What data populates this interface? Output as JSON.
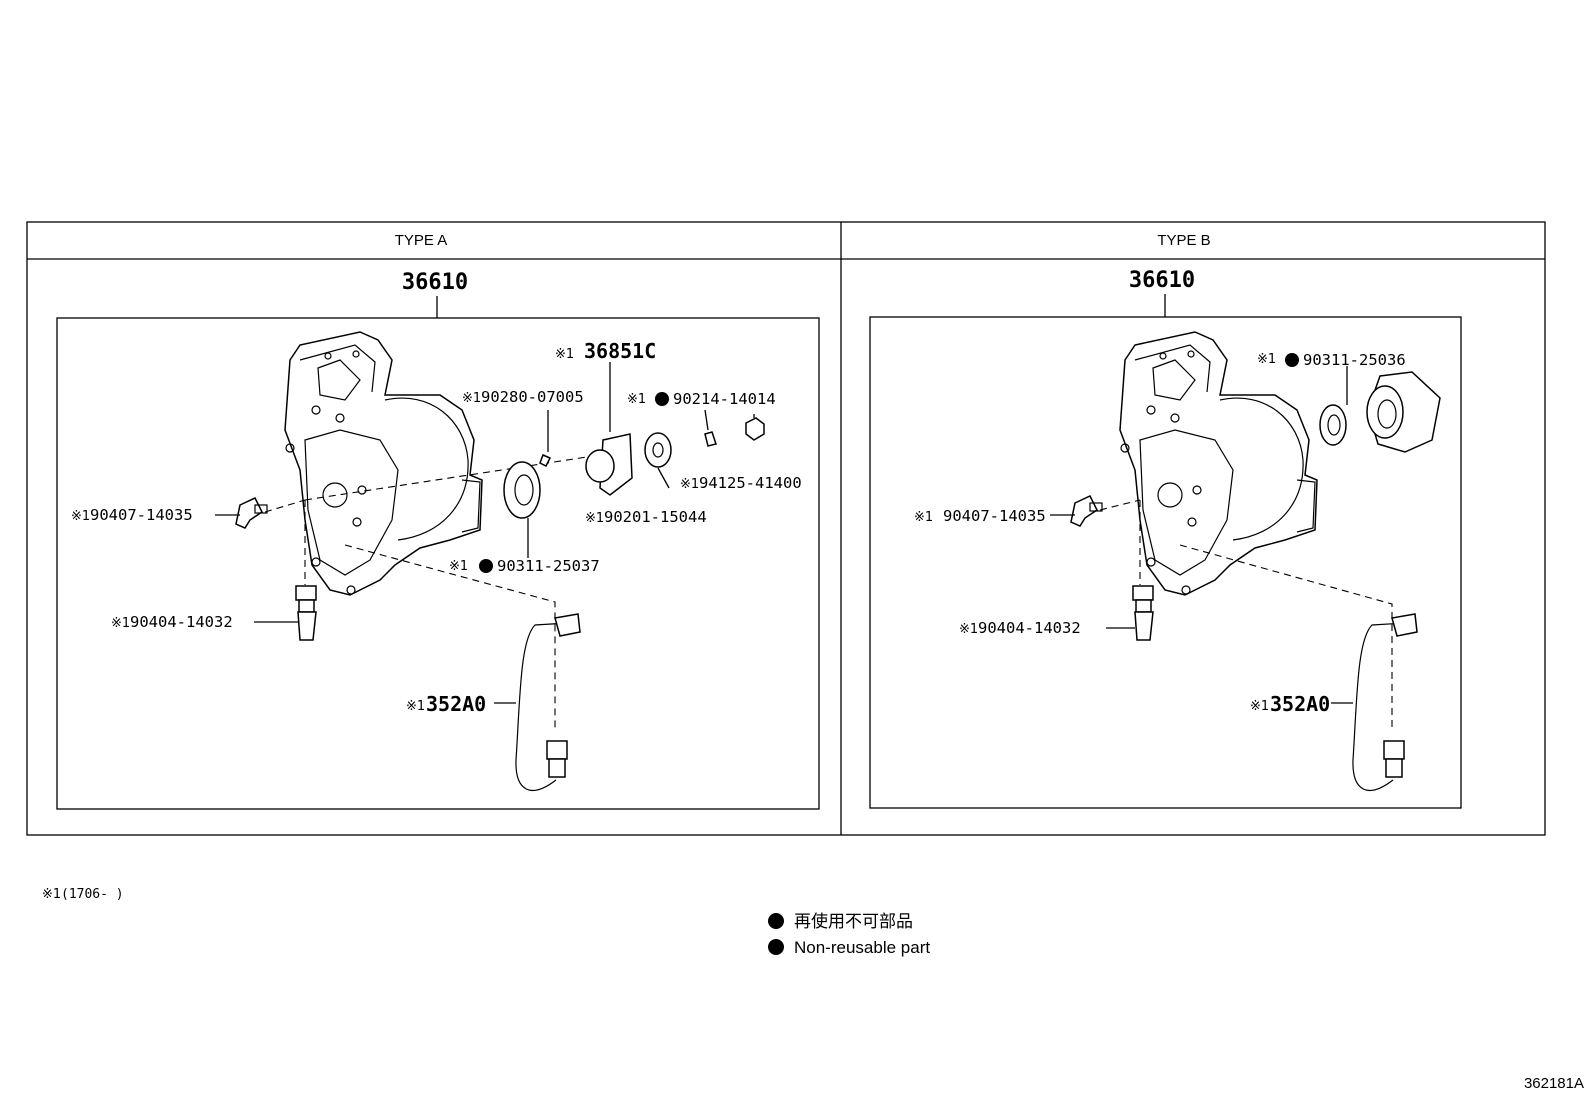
{
  "panels": [
    {
      "header": "TYPE A",
      "assembly": "36610",
      "callouts": [
        {
          "mark": "※1",
          "part": "36851C",
          "bullet": false
        },
        {
          "mark": "※1",
          "part": "90280-07005",
          "bullet": false
        },
        {
          "mark": "※1",
          "part": "90214-14014",
          "bullet": true
        },
        {
          "mark": "※1",
          "part": "94125-41400",
          "bullet": false
        },
        {
          "mark": "※1",
          "part": "90201-15044",
          "bullet": false
        },
        {
          "mark": "※1",
          "part": "90311-25037",
          "bullet": true
        },
        {
          "mark": "※1",
          "part": "90407-14035",
          "bullet": false
        },
        {
          "mark": "※1",
          "part": "90404-14032",
          "bullet": false
        },
        {
          "mark": "※1",
          "part": "352A0",
          "bullet": false
        }
      ]
    },
    {
      "header": "TYPE B",
      "assembly": "36610",
      "callouts": [
        {
          "mark": "※1",
          "part": "90311-25036",
          "bullet": true
        },
        {
          "mark": "※1",
          "part": "90407-14035",
          "bullet": false
        },
        {
          "mark": "※1",
          "part": "90404-14032",
          "bullet": false
        },
        {
          "mark": "※1",
          "part": "352A0",
          "bullet": false
        }
      ]
    }
  ],
  "footnote": {
    "mark": "※1",
    "text": "(1706-      )"
  },
  "legend": [
    {
      "symbol": "●",
      "text": "再使用不可部品"
    },
    {
      "symbol": "●",
      "text": "Non-reusable part"
    }
  ],
  "reference": "362181A"
}
